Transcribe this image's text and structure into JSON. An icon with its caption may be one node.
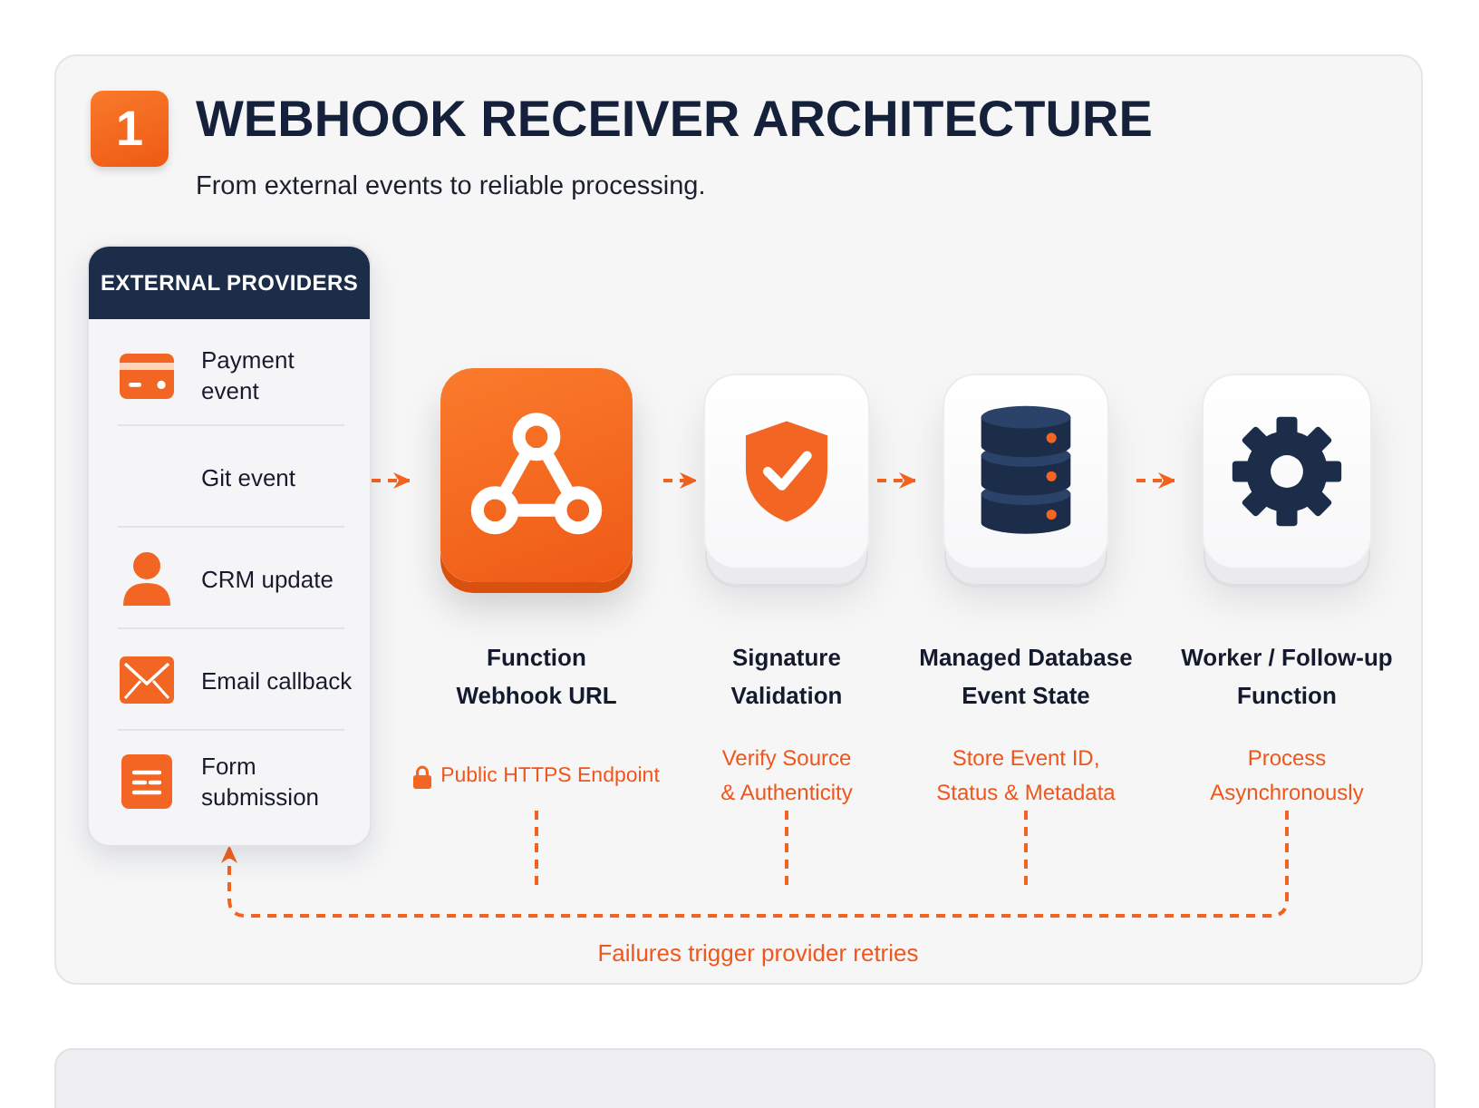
{
  "diagram": {
    "title": "WEBHOOK RECEIVER ARCHITECTURE",
    "nodes": [
      {
        "text": [
          "EXTERNAL PROVIDERS"
        ]
      },
      {
        "text": [
          "Payment event"
        ],
        "in": 0
      },
      {
        "text": [
          "Git event"
        ],
        "in": 0
      },
      {
        "text": [
          "CRM update"
        ],
        "in": 0
      },
      {
        "text": [
          "Email callback"
        ],
        "in": 0
      },
      {
        "text": [
          "Form submission"
        ],
        "in": 0
      },
      {
        "text": [
          "Function Webhook URL",
          "Public HTTPS Endpoint"
        ]
      },
      {
        "text": [
          "Signature Validation",
          "Verify Source & Authenticity"
        ]
      },
      {
        "text": [
          "Managed Database Event State",
          "Store Event ID, Status & Metadata"
        ]
      },
      {
        "text": [
          "Worker / Follow-up Function",
          "Process Asynchronously"
        ]
      },
      {
        "text": [],
        "shape": "box"
      }
    ],
    "edges": [
      {
        "from": 0,
        "to": 6,
        "arrow": "to",
        "style": "dashed"
      },
      {
        "from": 6,
        "to": 7,
        "arrow": "to",
        "style": "dashed"
      },
      {
        "from": 7,
        "to": 8,
        "arrow": "to",
        "style": "dashed"
      },
      {
        "from": 8,
        "to": 9,
        "arrow": "to",
        "style": "dashed"
      },
      {
        "from": 6,
        "to": null,
        "arrow": "none",
        "style": "dashed"
      },
      {
        "from": 7,
        "to": null,
        "arrow": "none",
        "style": "dashed"
      },
      {
        "from": 8,
        "to": null,
        "arrow": "none",
        "style": "dashed"
      },
      {
        "from": 9,
        "to": 0,
        "arrow": "to",
        "style": "dashed",
        "label": "Failures trigger provider retries"
      }
    ],
    "labels": [
      "1",
      "From external events to reliable processing."
    ]
  }
}
